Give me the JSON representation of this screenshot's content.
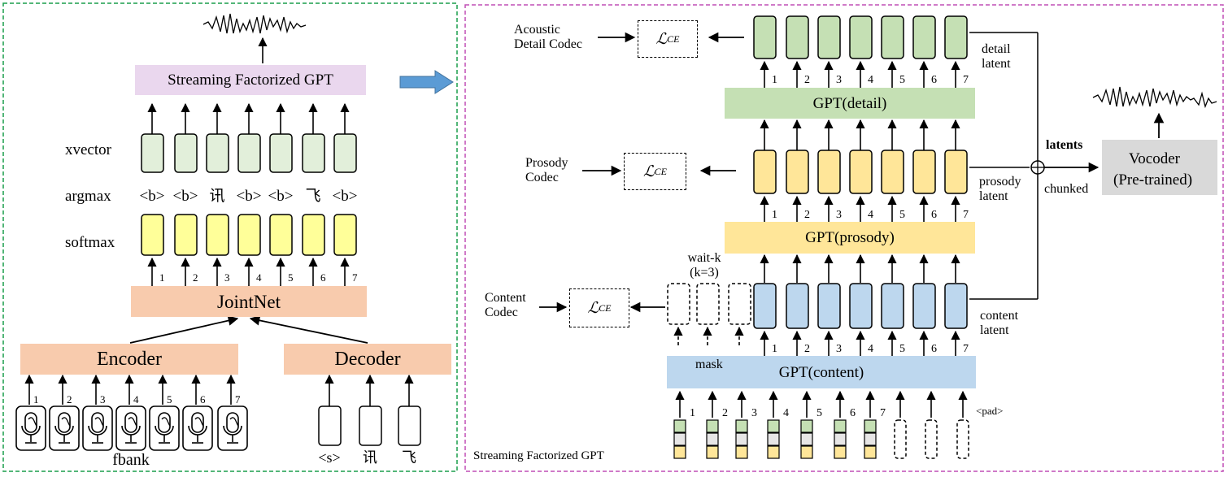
{
  "left_panel": {
    "top_block": "Streaming Factorized GPT",
    "row_labels": {
      "xvector": "xvector",
      "argmax": "argmax",
      "softmax": "softmax"
    },
    "argmax_tokens": [
      "<b>",
      "<b>",
      "讯",
      "<b>",
      "<b>",
      "飞",
      "<b>"
    ],
    "step_numbers": [
      "1",
      "2",
      "3",
      "4",
      "5",
      "6",
      "7"
    ],
    "jointnet": "JointNet",
    "encoder": "Encoder",
    "decoder": "Decoder",
    "fbank": "fbank",
    "decoder_tokens": [
      "<s>",
      "讯",
      "飞"
    ],
    "colors": {
      "border": "#1a9e4b",
      "xvector_box": "#e2efda",
      "softmax_box": "#ffff99",
      "top_block": "#ead7ee",
      "orange_block": "#f8cbad"
    }
  },
  "right_panel": {
    "caption": "Streaming Factorized GPT",
    "detail": {
      "block": "GPT(detail)",
      "latent_label": "detail\nlatent",
      "codec_label": "Acoustic\nDetail Codec",
      "color": "#c5e0b4"
    },
    "prosody": {
      "block": "GPT(prosody)",
      "latent_label": "prosody\nlatent",
      "codec_label": "Prosody\nCodec",
      "color": "#ffe699"
    },
    "content": {
      "block": "GPT(content)",
      "latent_label": "content\nlatent",
      "codec_label": "Content\nCodec",
      "color": "#bdd7ee"
    },
    "loss": "ℒ",
    "loss_sub": "CE",
    "step_numbers": [
      "1",
      "2",
      "3",
      "4",
      "5",
      "6",
      "7"
    ],
    "wait_k": "wait-k\n(k=3)",
    "mask": "mask",
    "pad": "<pad>",
    "latents": "latents",
    "chunked": "chunked",
    "vocoder": "Vocoder",
    "vocoder_sub": "(Pre-trained)",
    "colors": {
      "border": "#c04fb6",
      "vocoder_bg": "#d9d9d9"
    }
  }
}
